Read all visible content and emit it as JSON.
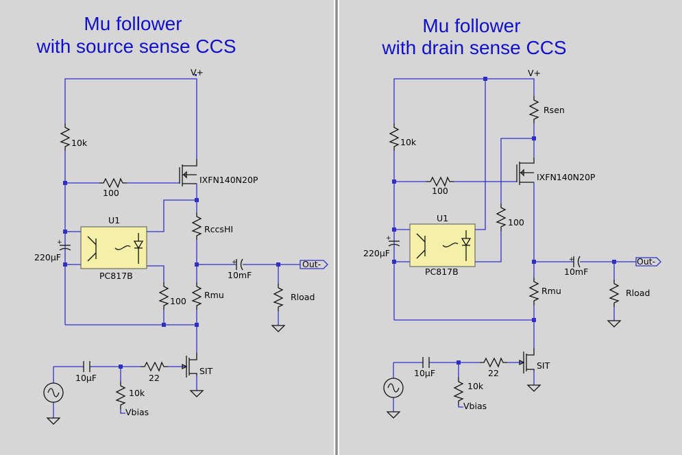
{
  "left": {
    "title_line1": "Mu follower",
    "title_line2": "with source sense CCS",
    "vplus": "V+",
    "r_top": "10k",
    "r_gate": "100",
    "mosfet": "IXFN140N20P",
    "ic_ref": "U1",
    "ic_part": "PC817B",
    "cap_bypass": "220µF",
    "r_ccs": "RccsHI",
    "r_emitter": "100",
    "r_mu": "Rmu",
    "cap_out": "10mF",
    "out_label": "Out-",
    "r_load": "Rload",
    "cap_in": "10µF",
    "r_in_gate": "22",
    "sit": "SIT",
    "r_bias": "10k",
    "vbias": "Vbias"
  },
  "right": {
    "title_line1": "Mu follower",
    "title_line2": "with drain sense CCS",
    "vplus": "V+",
    "r_sen": "Rsen",
    "r_top": "10k",
    "r_gate": "100",
    "mosfet": "IXFN140N20P",
    "ic_ref": "U1",
    "ic_part": "PC817B",
    "r_mid": "100",
    "cap_bypass": "220µF",
    "cap_out": "10mF",
    "out_label": "Out-",
    "r_mu": "Rmu",
    "r_load": "Rload",
    "cap_in": "10µF",
    "r_in_gate": "22",
    "sit": "SIT",
    "r_bias": "10k",
    "vbias": "Vbias"
  },
  "colors": {
    "wire": "#2f2fc8",
    "title": "#1010c8",
    "background": "#d6d6d6",
    "ic_fill": "#f4f0a8"
  }
}
